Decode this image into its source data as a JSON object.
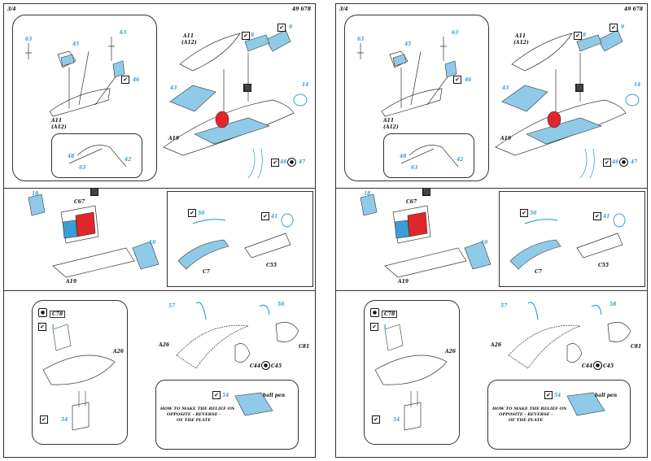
{
  "pages": [
    {
      "id": "left",
      "page_no": "3/4",
      "code": "49 678"
    },
    {
      "id": "right",
      "page_no": "3/4",
      "code": "49 678"
    }
  ],
  "labels": {
    "a11": "A11",
    "a12": "(A12)",
    "a19": "A19",
    "c67": "C67",
    "c7": "C7",
    "c55": "C55",
    "c78": "C78",
    "a26": "A26",
    "c81": "C81",
    "c44": "C44",
    "c45": "C45",
    "ballpen": "ball pen"
  },
  "parts": {
    "p63": "63",
    "p45": "45",
    "p46": "46",
    "p8": "8",
    "p9": "9",
    "p43": "43",
    "p14": "14",
    "p47": "47",
    "p48": "48",
    "p42": "42",
    "p18": "18",
    "p10": "10",
    "p50": "50",
    "p41": "41",
    "p57": "57",
    "p58": "58",
    "p1": "1",
    "p54": "54"
  },
  "note": {
    "line1": "HOW TO MAKE THE RELIEF ON",
    "line2": "OPPOSITE - REVERSE -",
    "line3": "OF THE PLATE"
  },
  "icons": {
    "check": "✔",
    "dark": "⬛",
    "dot": "●"
  },
  "colors": {
    "part_blue": "#8fcbe8",
    "accent_blue": "#3a9fd6",
    "accent_red": "#e0262c",
    "line": "#333333"
  }
}
